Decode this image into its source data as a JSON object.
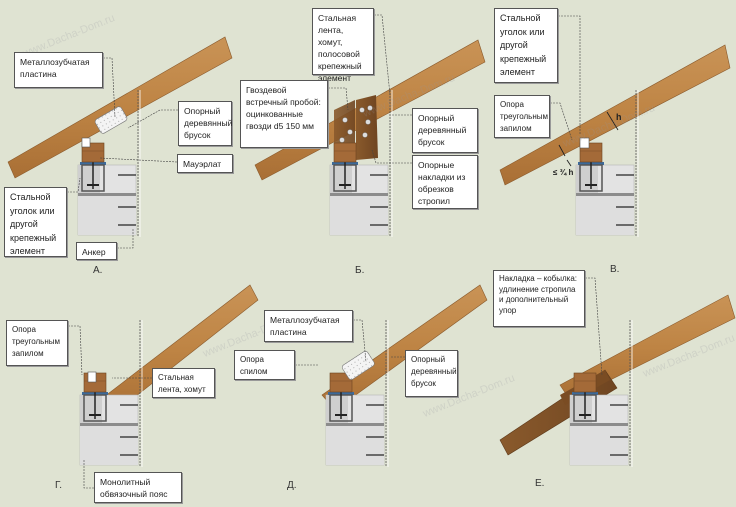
{
  "watermark": "www.Dacha-Dom.ru",
  "colors": {
    "background": "#dfe3d2",
    "wood": "#bd8446",
    "wood_dark": "#7d4f26",
    "concrete": "#dcdcdc",
    "plate": "#3d6a9a"
  },
  "panels": {
    "a": {
      "caption": "А.",
      "labels": {
        "plate": "Металлозубчатая пластина",
        "block": "Опорный деревянный брусок",
        "mauerlat": "Мауэрлат",
        "angle": "Стальной уголок или другой крепежный элемент",
        "anchor": "Анкер"
      }
    },
    "b": {
      "caption": "Б.",
      "labels": {
        "strap": "Стальная лента, хомут, полосовой крепежный элемент",
        "nails": "Гвоздевой встречный пробой: оцинкованные гвозди d5 150 мм",
        "block": "Опорный деревянный брусок",
        "pads": "Опорные накладки из обрезков стропил"
      }
    },
    "c": {
      "caption": "В.",
      "labels": {
        "angle": "Стальной уголок или другой крепежный элемент",
        "notch": "Опора треугольным запилом"
      },
      "dim_h": "h",
      "dim_cut": "≤ ¾ h"
    },
    "d": {
      "caption": "Г.",
      "labels": {
        "notch": "Опора треугольным запилом",
        "strap": "Стальная лента, хомут",
        "belt": "Монолитный обвязочный пояс"
      }
    },
    "e": {
      "caption": "Д.",
      "labels": {
        "plate": "Металлозубчатая пластина",
        "cut": "Опора спилом",
        "block": "Опорный деревянный брусок"
      }
    },
    "f": {
      "caption": "Е.",
      "labels": {
        "extension": "Накладка – кобылка: удлинение стропила и дополнительный упор"
      }
    }
  }
}
